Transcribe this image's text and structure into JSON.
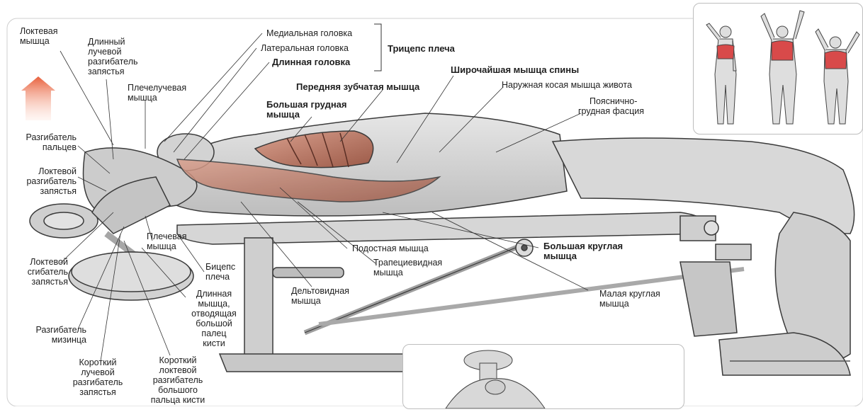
{
  "labels": {
    "loktevaya_myshtsa": [
      "Локтевая",
      "мышца"
    ],
    "dlinny_luchevoy": [
      "Длинный",
      "лучевой",
      "разгибатель",
      "запястья"
    ],
    "plecheluchevaya": [
      "Плечелучевая",
      "мышца"
    ],
    "razgibatel_paltsev": [
      "Разгибатель",
      "пальцев"
    ],
    "loktevoy_razgibatel": [
      "Локтевой",
      "разгибатель",
      "запястья"
    ],
    "plechevaya": [
      "Плечевая",
      "мышца"
    ],
    "loktevoy_sgibatel": [
      "Локтевой",
      "сгибатель",
      "запястья"
    ],
    "biceps": [
      "Бицепс",
      "плеча"
    ],
    "razgibatel_mizintsa": [
      "Разгибатель",
      "мизинца"
    ],
    "dlinnaya_otvodyashchaya": [
      "Длинная",
      "мышца,",
      "отводящая",
      "большой",
      "палец",
      "кисти"
    ],
    "korotky_luchevoy": [
      "Короткий",
      "лучевой",
      "разгибатель",
      "запястья"
    ],
    "korotky_loktevoy": [
      "Короткий",
      "локтевой",
      "разгибатель",
      "большого",
      "пальца кисти"
    ],
    "medialnaya_golovka": "Медиальная головка",
    "lateralnaya_golovka": "Латеральная головка",
    "dlinnaya_golovka": "Длинная головка",
    "triceps": "Трицепс плеча",
    "shirochayshaya": "Широчайшая мышца спины",
    "perednyaya_zubchataya": "Передняя зубчатая мышца",
    "naruzhnaya_kosaya": "Наружная косая мышца живота",
    "bolshaya_grudnaya": [
      "Большая грудная",
      "мышца"
    ],
    "poyasnichno_grudnaya": [
      "Пояснично-",
      "грудная фасция"
    ],
    "podostnaya": "Подостная мышца",
    "trapetsievidnaya": [
      "Трапециевидная",
      "мышца"
    ],
    "bolshaya_kruglaya": [
      "Большая круглая",
      "мышца"
    ],
    "deltovidnaya": [
      "Дельтовидная",
      "мышца"
    ],
    "malaya_kruglaya": [
      "Малая круглая",
      "мышца"
    ]
  },
  "colors": {
    "arrow": "#e8603c",
    "muscle_highlight": "#c96a55",
    "muscle_fill": "#d9d9d9",
    "outline": "#3a3a3a"
  }
}
